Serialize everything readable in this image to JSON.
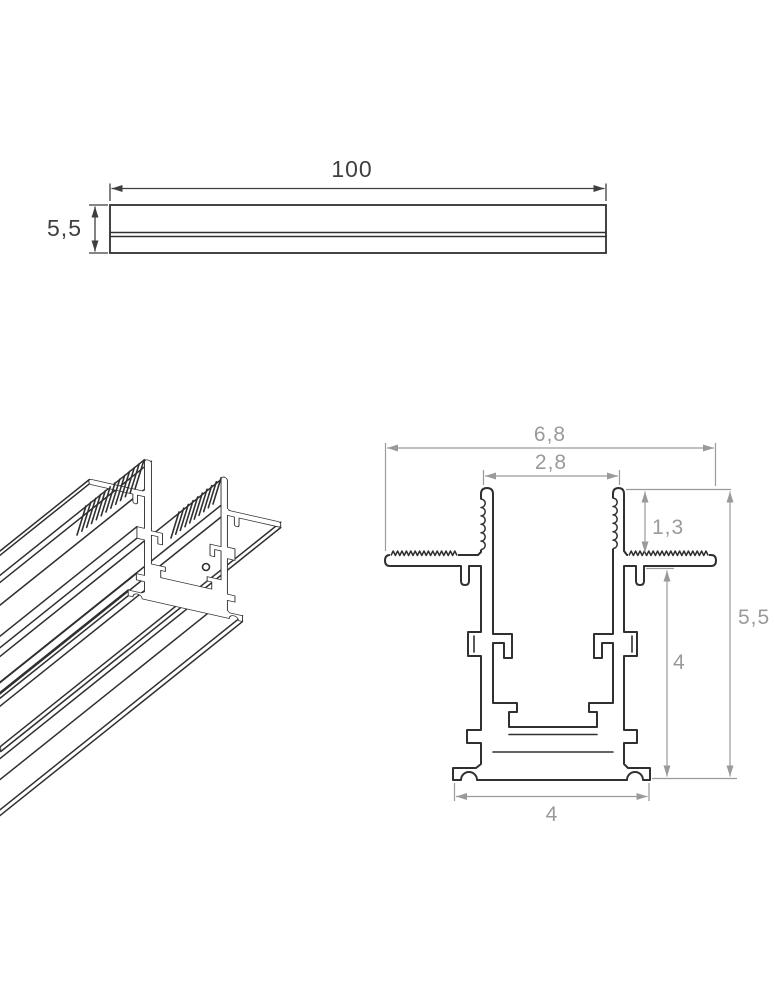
{
  "document": {
    "type": "technical-dimension-drawing",
    "background": "#ffffff"
  },
  "colors": {
    "outline": "#303030",
    "dimension_gray": "#9a9a9a",
    "text_dark": "#3f3f3f",
    "background": "#ffffff"
  },
  "side_view": {
    "length": "100",
    "height": "5,5"
  },
  "cross_section": {
    "overall_width": "6,8",
    "opening_width": "2,8",
    "flange_offset": "1,3",
    "total_height": "5,5",
    "body_height": "4",
    "base_width": "4"
  }
}
